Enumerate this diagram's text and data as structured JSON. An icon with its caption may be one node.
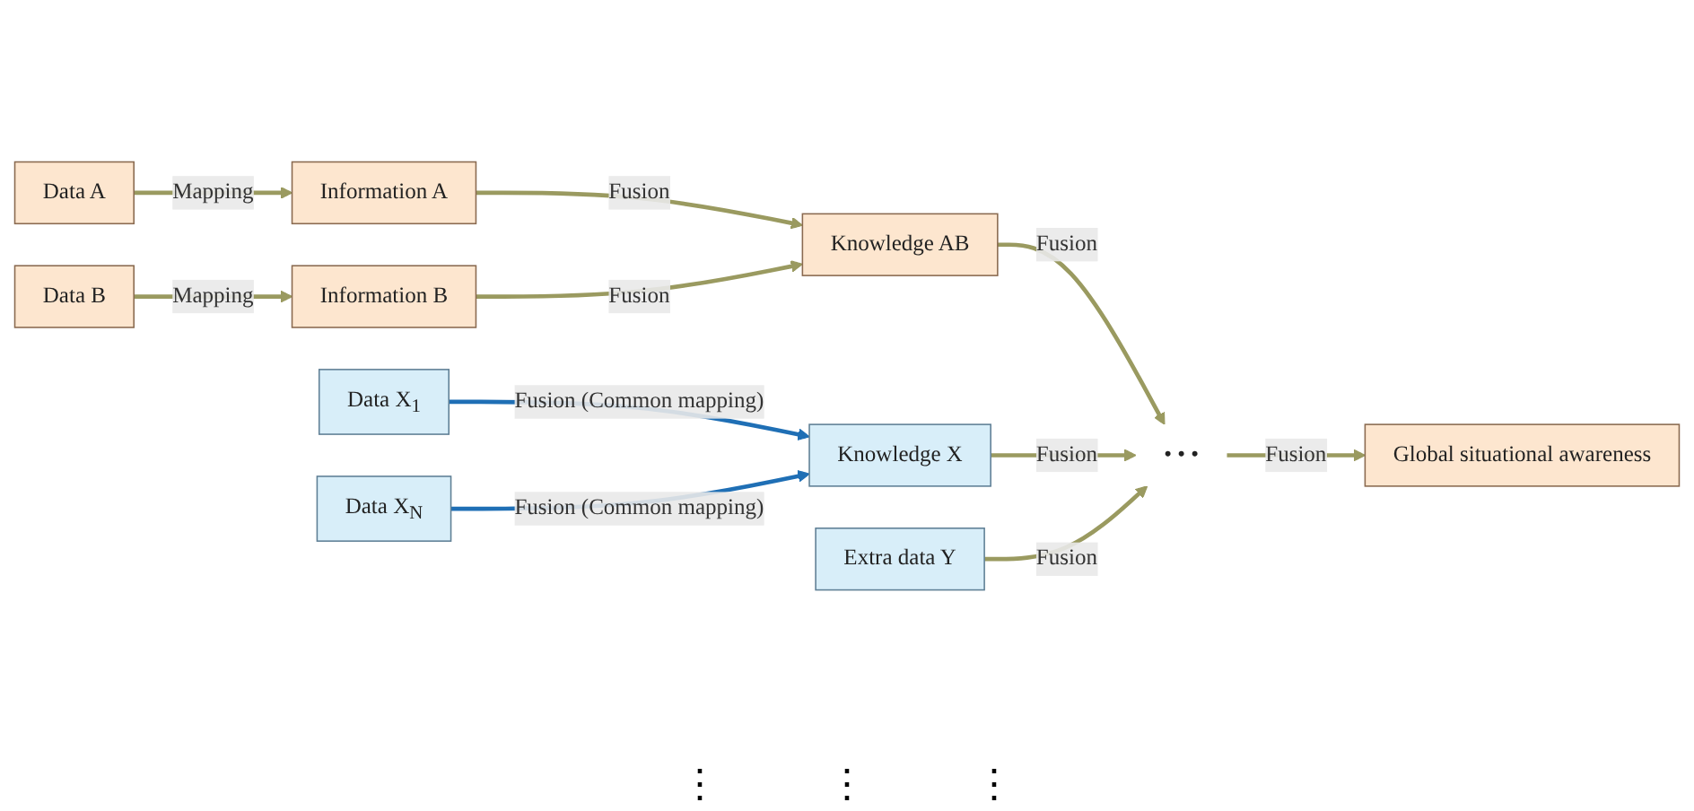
{
  "diagram": {
    "nodes": [
      {
        "text": [
          "Data A"
        ]
      },
      {
        "text": [
          "Information A"
        ]
      },
      {
        "text": [
          "Data B"
        ]
      },
      {
        "text": [
          "Information B"
        ]
      },
      {
        "text": [
          "Knowledge AB"
        ]
      },
      {
        "text": [
          "Data X$_{1}$"
        ]
      },
      {
        "text": [
          "Data X$_{N}$"
        ]
      },
      {
        "text": [
          "Knowledge X"
        ]
      },
      {
        "text": [
          "Extra data Y"
        ]
      },
      {
        "text": [
          "• • •"
        ]
      },
      {
        "text": [
          "Global situational awareness"
        ]
      }
    ],
    "edges": [
      {
        "from": 0,
        "to": 1,
        "arrow": "to",
        "label": "Mapping"
      },
      {
        "from": 2,
        "to": 3,
        "arrow": "to",
        "label": "Mapping"
      },
      {
        "from": 1,
        "to": 4,
        "arrow": "to",
        "label": "Fusion"
      },
      {
        "from": 3,
        "to": 4,
        "arrow": "to",
        "label": "Fusion"
      },
      {
        "from": 5,
        "to": 7,
        "arrow": "to",
        "label": "Fusion (Common mapping)",
        "color": "#1f6fb5"
      },
      {
        "from": 6,
        "to": 7,
        "arrow": "to",
        "label": "Fusion (Common mapping)",
        "color": "#1f6fb5"
      },
      {
        "from": 4,
        "to": 9,
        "arrow": "to",
        "label": "Fusion"
      },
      {
        "from": 7,
        "to": 9,
        "arrow": "to",
        "label": "Fusion"
      },
      {
        "from": 8,
        "to": 9,
        "arrow": "to",
        "label": "Fusion"
      },
      {
        "from": 9,
        "to": 10,
        "arrow": "to",
        "label": "Fusion"
      }
    ],
    "labels": [
      "⋮",
      "⋮",
      "⋮"
    ]
  }
}
